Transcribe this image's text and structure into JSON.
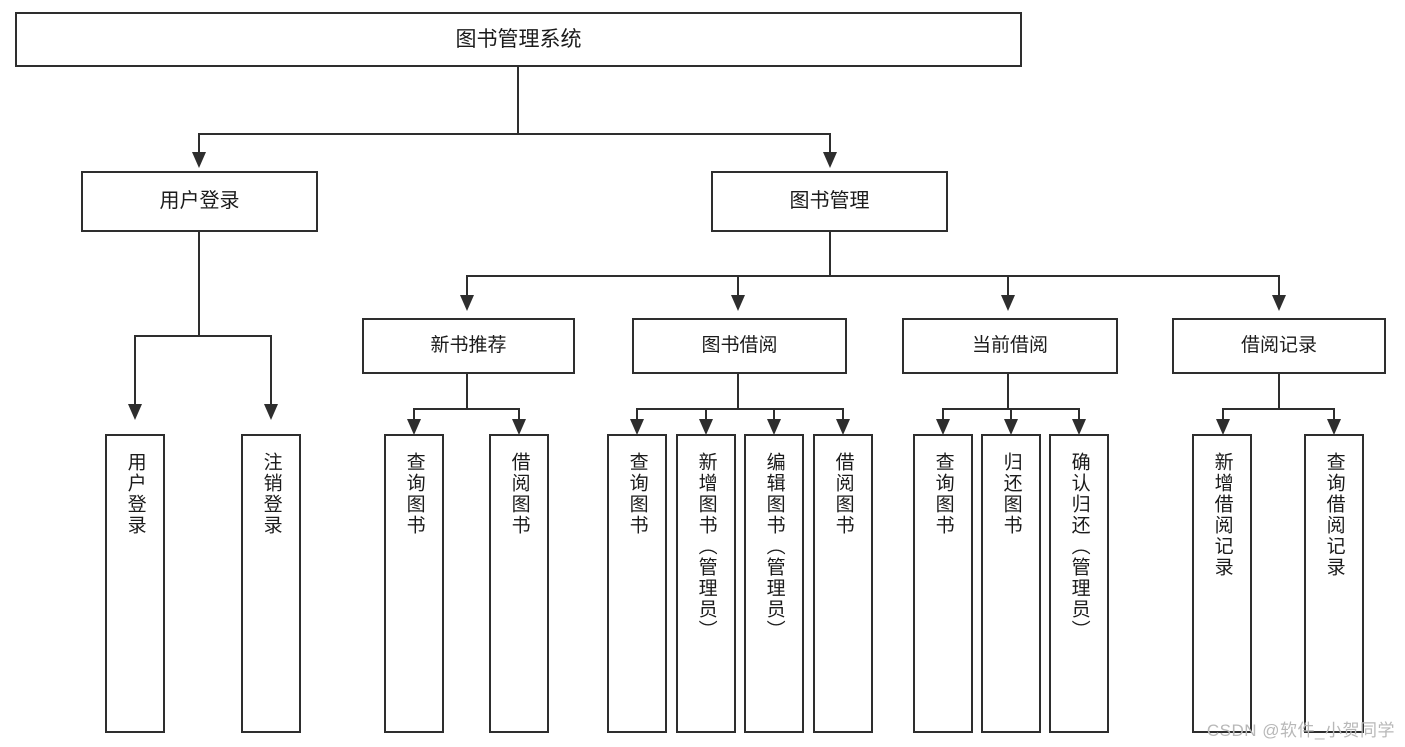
{
  "diagram": {
    "type": "tree-hierarchy-diagram",
    "root": {
      "label": "图书管理系统"
    },
    "level1": [
      {
        "label": "用户登录"
      },
      {
        "label": "图书管理"
      }
    ],
    "level2": [
      {
        "label": "新书推荐"
      },
      {
        "label": "图书借阅"
      },
      {
        "label": "当前借阅"
      },
      {
        "label": "借阅记录"
      }
    ],
    "leaves": {
      "user_login": [
        {
          "label": "用户登录"
        },
        {
          "label": "注销登录"
        }
      ],
      "new_book_recommend": [
        {
          "label": "查询图书"
        },
        {
          "label": "借阅图书"
        }
      ],
      "book_borrow": [
        {
          "label": "查询图书"
        },
        {
          "label": "新增图书（管理员）"
        },
        {
          "label": "编辑图书（管理员）"
        },
        {
          "label": "借阅图书"
        }
      ],
      "current_borrow": [
        {
          "label": "查询图书"
        },
        {
          "label": "归还图书"
        },
        {
          "label": "确认归还（管理员）"
        }
      ],
      "borrow_record": [
        {
          "label": "新增借阅记录"
        },
        {
          "label": "查询借阅记录"
        }
      ]
    }
  },
  "watermark": {
    "text": "CSDN @软件_小贺同学"
  },
  "colors": {
    "stroke": "#2e2e2e",
    "fill": "#ffffff",
    "text": "#1b1b1b",
    "watermark": "#b8b8b8"
  }
}
